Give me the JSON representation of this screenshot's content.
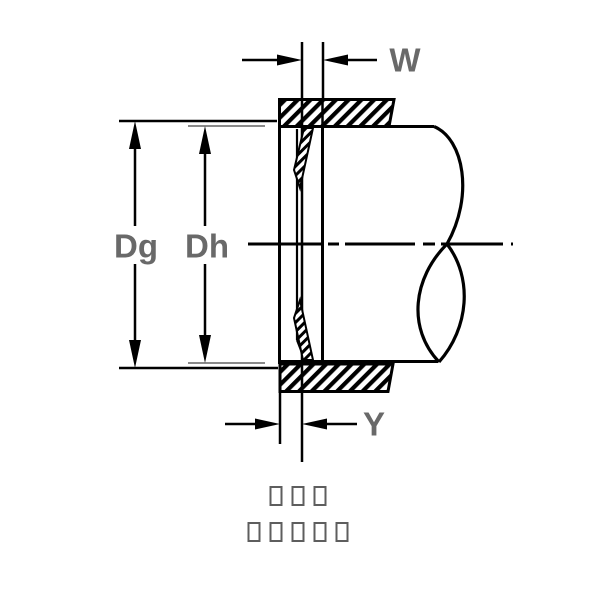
{
  "diagram": {
    "type": "engineering-cross-section",
    "labels": {
      "w": "W",
      "dg": "Dg",
      "dh": "Dh",
      "y": "Y"
    },
    "caption": {
      "line1_glyph_count": 3,
      "line2_glyph_count": 5
    },
    "colors": {
      "line": "#000000",
      "label": "#696969",
      "extension_gray": "#8a8a8a",
      "glyph_box_border": "#5e5e5e",
      "background": "#ffffff"
    }
  }
}
